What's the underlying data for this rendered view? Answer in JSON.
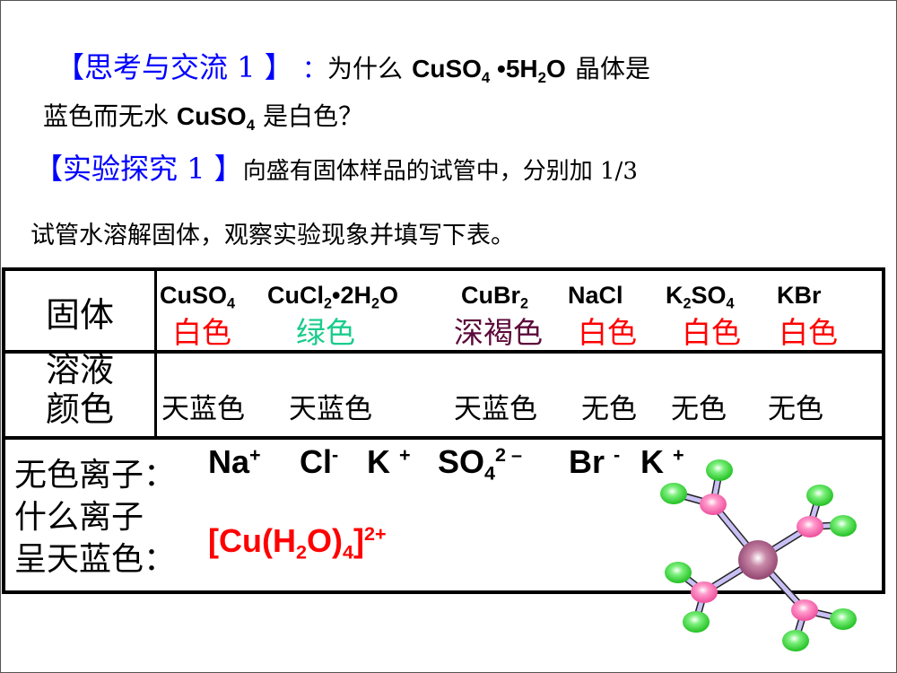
{
  "slide": {
    "think": {
      "bracket_open": "【",
      "title": "思考与交流",
      "number": "1",
      "bracket_close": "】",
      "colon": "：",
      "question_a": "为什么",
      "formula_a": "CuSO",
      "formula_a_sub": "4",
      "formula_a_dot": "•5H",
      "formula_a_sub2": "2",
      "formula_a_tail": "O",
      "question_b": "晶体是",
      "question_c": "蓝色而无水",
      "formula_b": "CuSO",
      "formula_b_sub": "4",
      "question_d": "是白色？"
    },
    "experiment": {
      "bracket_open": "【",
      "title": "实验探究",
      "number": "1",
      "bracket_close": "】",
      "instruction_a": "向盛有固体样品的试管中，分别加 1/3",
      "instruction_b": "试管水溶解固体，观察实验现象并填写下表。"
    },
    "table": {
      "row_solid_label": "固体",
      "row_solution_label_1": "溶液",
      "row_solution_label_2": "颜色",
      "compounds": [
        {
          "name": "CuSO",
          "sub": "4",
          "tail": "",
          "solid_color": "白色",
          "solution_color": "天蓝色"
        },
        {
          "name": "CuCl",
          "sub": "2",
          "tail": "•2H",
          "sub2": "2",
          "tail2": "O",
          "solid_color": "绿色",
          "solution_color": "天蓝色"
        },
        {
          "name": "CuBr",
          "sub": "2",
          "tail": "",
          "solid_color": "深褐色",
          "solution_color": "天蓝色"
        },
        {
          "name": "NaCl",
          "sub": "",
          "tail": "",
          "solid_color": "白色",
          "solution_color": "无色"
        },
        {
          "name": "K",
          "sub": "2",
          "tail": "SO",
          "sub2": "4",
          "solid_color": "白色",
          "solution_color": "无色"
        },
        {
          "name": "KBr",
          "sub": "",
          "tail": "",
          "solid_color": "白色",
          "solution_color": "无色"
        }
      ],
      "colorless_ions_label": "无色离子：",
      "colorless_ions": [
        {
          "symbol": "Na",
          "charge": "+"
        },
        {
          "symbol": "Cl",
          "charge": "-"
        },
        {
          "symbol": "K",
          "charge": "+"
        },
        {
          "symbol": "SO",
          "sub": "4",
          "charge": "2 –"
        },
        {
          "symbol": "Br",
          "charge": "-"
        },
        {
          "symbol": "K",
          "charge": "+"
        }
      ],
      "question_line1": "什么离子",
      "question_line2": "呈天蓝色：",
      "answer": {
        "a": "[Cu(H",
        "sub1": "2",
        "b": "O)",
        "sub2": "4",
        "c": "]",
        "charge": "2+"
      }
    },
    "colors": {
      "heading_blue": "#0000ff",
      "white_solid_red": "#ff0000",
      "green_solid": "#19cc8c",
      "dark_brown": "#5c0a3a",
      "answer_red": "#ff0000"
    },
    "molecule_image": "tetraaqua-copper-complex-ball-and-stick-icon"
  }
}
